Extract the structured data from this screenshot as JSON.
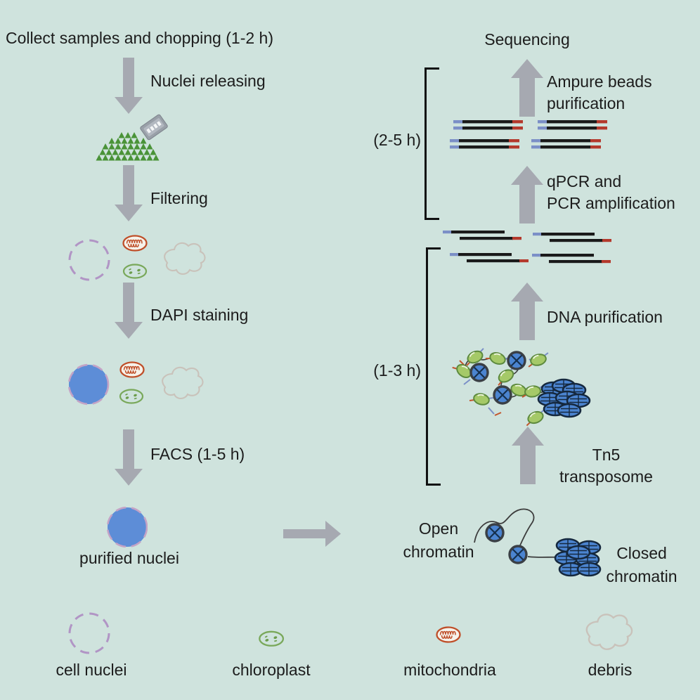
{
  "colors": {
    "background": "#cfe3dd",
    "arrow_gray": "#a6a9b1",
    "text": "#1c1c1c",
    "nucleus_blue": "#5d8dd7",
    "nuclei_rim_purple": "#b195c5",
    "mitochondria_red": "#bf4e28",
    "chloroplast_green": "#79a85a",
    "leaf_pile_green": "#4a9338",
    "debris_gray": "#c9c2ba",
    "dna_black": "#1a1a1a",
    "adapter_blue": "#7b8fc7",
    "adapter_red": "#b4392c",
    "nucleosome_blue": "#4b84d0",
    "tn5_green": "#a5c968"
  },
  "left_flow": {
    "title": "Collect samples and chopping (1-2 h)",
    "step1_label": "Nuclei releasing",
    "step2_label": "Filtering",
    "step3_label": "DAPI staining",
    "step4_label": "FACS (1-5 h)",
    "result_label": "purified nuclei"
  },
  "right_flow": {
    "top_label": "Sequencing",
    "ampure_line1": "Ampure beads",
    "ampure_line2": "purification",
    "qpcr_line1": "qPCR and",
    "qpcr_line2": "PCR amplification",
    "dna_purification_label": "DNA purification",
    "tn5_line1": "Tn5",
    "tn5_line2": "transposome",
    "bracket_top_label": "(2-5 h)",
    "bracket_bottom_label": "(1-3 h)",
    "open_line1": "Open",
    "open_line2": "chromatin",
    "closed_line1": "Closed",
    "closed_line2": "chromatin"
  },
  "legend": {
    "cell_nuclei": "cell nuclei",
    "chloroplast": "chloroplast",
    "mitochondria": "mitochondria",
    "debris": "debris"
  }
}
